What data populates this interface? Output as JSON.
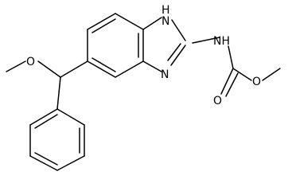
{
  "molecule": {
    "atoms": {
      "nh_ring": "H",
      "n_ring": "N",
      "nh_ring_n": "N",
      "nh_amide": "NH",
      "o_ether": "O",
      "o_carbonyl": "O",
      "o_ester": "O"
    },
    "colors": {
      "bond": "#000000",
      "background": "#ffffff",
      "text": "#000000"
    }
  }
}
